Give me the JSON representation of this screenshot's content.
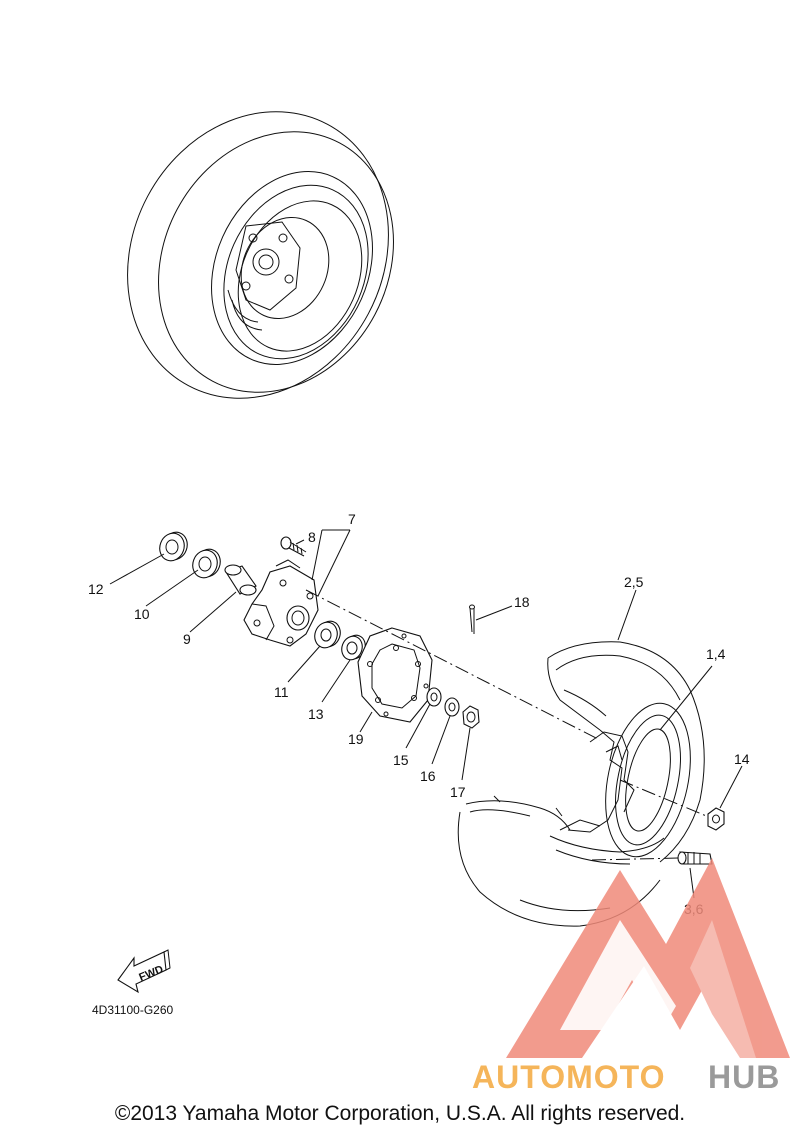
{
  "diagram": {
    "drawing_code": "4D31100-G260",
    "fwd_label": "FWD",
    "callouts": {
      "c1_4": "1,4",
      "c2_5": "2,5",
      "c3_6": "3,6",
      "c7": "7",
      "c8": "8",
      "c9": "9",
      "c10": "10",
      "c11": "11",
      "c12": "12",
      "c13": "13",
      "c14": "14",
      "c15": "15",
      "c16": "16",
      "c17": "17",
      "c18": "18",
      "c19": "19"
    }
  },
  "watermark": {
    "brand_part1": "AUTOMOTO",
    "brand_part2": "HUB",
    "color_primary": "#f08a7a",
    "color_secondary": "#f5b55a",
    "color_tertiary": "#9a9a9a"
  },
  "footer": {
    "copyright": "©2013 Yamaha Motor Corporation, U.S.A. All rights reserved."
  }
}
